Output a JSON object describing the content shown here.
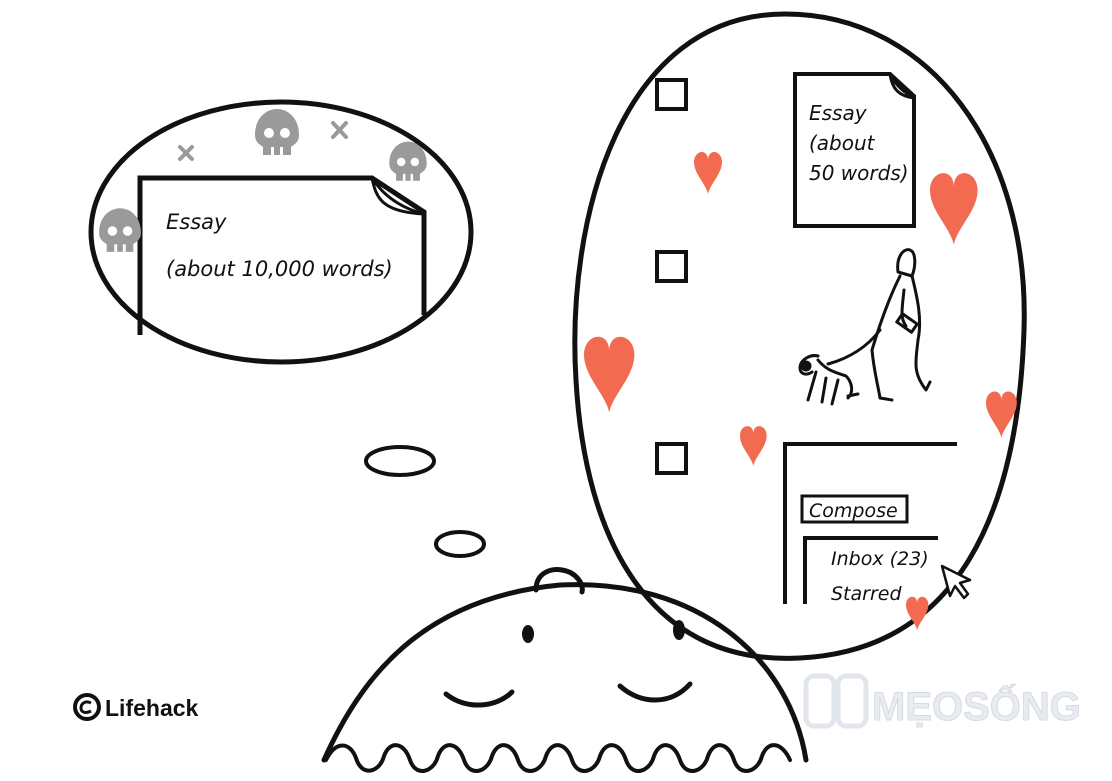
{
  "left_bubble": {
    "doc_title": "Essay",
    "doc_subtitle": "(about 10,000 words)"
  },
  "right_bubble": {
    "doc_title": "Essay",
    "doc_line2": "(about",
    "doc_line3": "50 words)",
    "email": {
      "compose_label": "Compose",
      "inbox_label": "Inbox (23)",
      "starred_label": "Starred"
    }
  },
  "brand": {
    "name": "Lifehack",
    "icon": "lifehack-logo-icon"
  },
  "watermark": {
    "text": "MẸOSỐNG"
  },
  "colors": {
    "heart": "#F26B50",
    "skull": "#9A9A9A",
    "ink": "#111111"
  }
}
